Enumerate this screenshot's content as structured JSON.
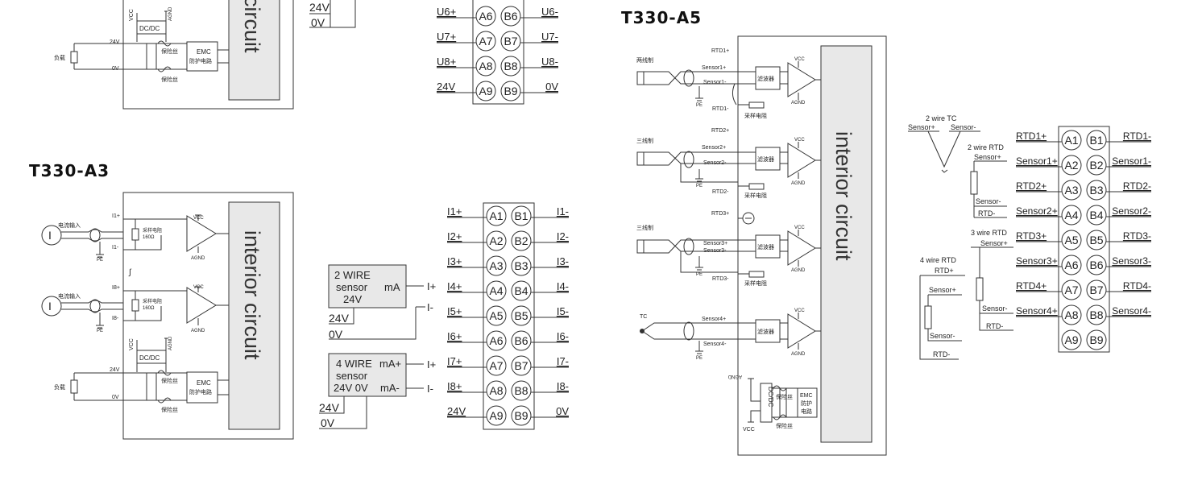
{
  "titles": {
    "a3": "T330-A3",
    "a5": "T330-A5"
  },
  "interior_circuit": {
    "full": "interior circuit",
    "partial": "circuit"
  },
  "labels": {
    "current_input": "电流输入",
    "load": "负载",
    "fuse": "保险丝",
    "emc": "EMC",
    "emc_circuit": "防护电路",
    "emc_short": "防护",
    "circuit_short": "电路",
    "dcdc": "DC/DC",
    "vcc": "VCC",
    "agnd": "AGND",
    "pe": "PE",
    "v24": "24V",
    "v0": "0V",
    "sample_res": "采样电阻",
    "res_160": "160Ω",
    "filter": "滤波器",
    "two_wire_cn": "两线制",
    "three_wire_cn": "三线制",
    "tc": "TC",
    "i1p": "I1+",
    "i1m": "I1-",
    "i8p": "I8+",
    "i8m": "I8-",
    "tilde": "∫"
  },
  "a5_labels": {
    "rtd1p": "RTD1+",
    "s1p": "Sensor1+",
    "s1m": "Sensor1-",
    "rtd1m": "RTD1-",
    "rtd2p": "RTD2+",
    "s2p": "Sensor2+",
    "s2m": "Sensor2-",
    "rtd2m": "RTD2-",
    "rtd3p": "RTD3+",
    "s3p": "Sensor3+",
    "s3m": "Sensor3-",
    "rtd3m": "RTD3-",
    "s4p": "Sensor4+",
    "s4m": "Sensor4-"
  },
  "sensor_2wire": {
    "line1": "2 WIRE",
    "line2": "sensor",
    "ma": "mA",
    "v24": "24V",
    "v24_out": "24V",
    "v0_out": "0V",
    "ip": "I+",
    "im": "I-"
  },
  "sensor_4wire": {
    "line1": "4 WIRE",
    "line2": "sensor",
    "line3": "24V 0V",
    "map": "mA+",
    "mam": "mA-",
    "v24_out": "24V",
    "v0_out": "0V",
    "ip": "I+",
    "im": "I-"
  },
  "top_terminal": {
    "rows": [
      {
        "left": "U6+",
        "a": "A6",
        "b": "B6",
        "right": "U6-"
      },
      {
        "left": "U7+",
        "a": "A7",
        "b": "B7",
        "right": "U7-"
      },
      {
        "left": "U8+",
        "a": "A8",
        "b": "B8",
        "right": "U8-"
      },
      {
        "left": "24V",
        "a": "A9",
        "b": "B9",
        "right": "0V"
      }
    ]
  },
  "a3_terminal": {
    "rows": [
      {
        "left": "I1+",
        "a": "A1",
        "b": "B1",
        "right": "I1-"
      },
      {
        "left": "I2+",
        "a": "A2",
        "b": "B2",
        "right": "I2-"
      },
      {
        "left": "I3+",
        "a": "A3",
        "b": "B3",
        "right": "I3-"
      },
      {
        "left": "I4+",
        "a": "A4",
        "b": "B4",
        "right": "I4-"
      },
      {
        "left": "I5+",
        "a": "A5",
        "b": "B5",
        "right": "I5-"
      },
      {
        "left": "I6+",
        "a": "A6",
        "b": "B6",
        "right": "I6-"
      },
      {
        "left": "I7+",
        "a": "A7",
        "b": "B7",
        "right": "I7-"
      },
      {
        "left": "I8+",
        "a": "A8",
        "b": "B8",
        "right": "I8-"
      },
      {
        "left": "24V",
        "a": "A9",
        "b": "B9",
        "right": "0V"
      }
    ]
  },
  "a5_terminal": {
    "rows": [
      {
        "left": "RTD1+",
        "a": "A1",
        "b": "B1",
        "right": "RTD1-"
      },
      {
        "left": "Sensor1+",
        "a": "A2",
        "b": "B2",
        "right": "Sensor1-"
      },
      {
        "left": "RTD2+",
        "a": "A3",
        "b": "B3",
        "right": "RTD2-"
      },
      {
        "left": "Sensor2+",
        "a": "A4",
        "b": "B4",
        "right": "Sensor2-"
      },
      {
        "left": "RTD3+",
        "a": "A5",
        "b": "B5",
        "right": "RTD3-"
      },
      {
        "left": "Sensor3+",
        "a": "A6",
        "b": "B6",
        "right": "Sensor3-"
      },
      {
        "left": "RTD4+",
        "a": "A7",
        "b": "B7",
        "right": "RTD4-"
      },
      {
        "left": "Sensor4+",
        "a": "A8",
        "b": "B8",
        "right": "Sensor4-"
      },
      {
        "left": "",
        "a": "A9",
        "b": "B9",
        "right": ""
      }
    ]
  },
  "legend": {
    "tc_title": "2 wire TC",
    "tc_sp": "Sensor+",
    "tc_sm": "Sensor-",
    "rtd2_title": "2 wire RTD",
    "rtd2_sp": "Sensor+",
    "rtd2_sm": "Sensor-",
    "rtd2_rm": "RTD-",
    "rtd3_title": "3 wire RTD",
    "rtd3_sp": "Sensor+",
    "rtd3_sm": "Sensor-",
    "rtd3_rm": "RTD-",
    "rtd4_title": "4 wire RTD",
    "rtd4_rp": "RTD+",
    "rtd4_sp": "Sensor+",
    "rtd4_sm": "Sensor-",
    "rtd4_rm": "RTD-"
  }
}
